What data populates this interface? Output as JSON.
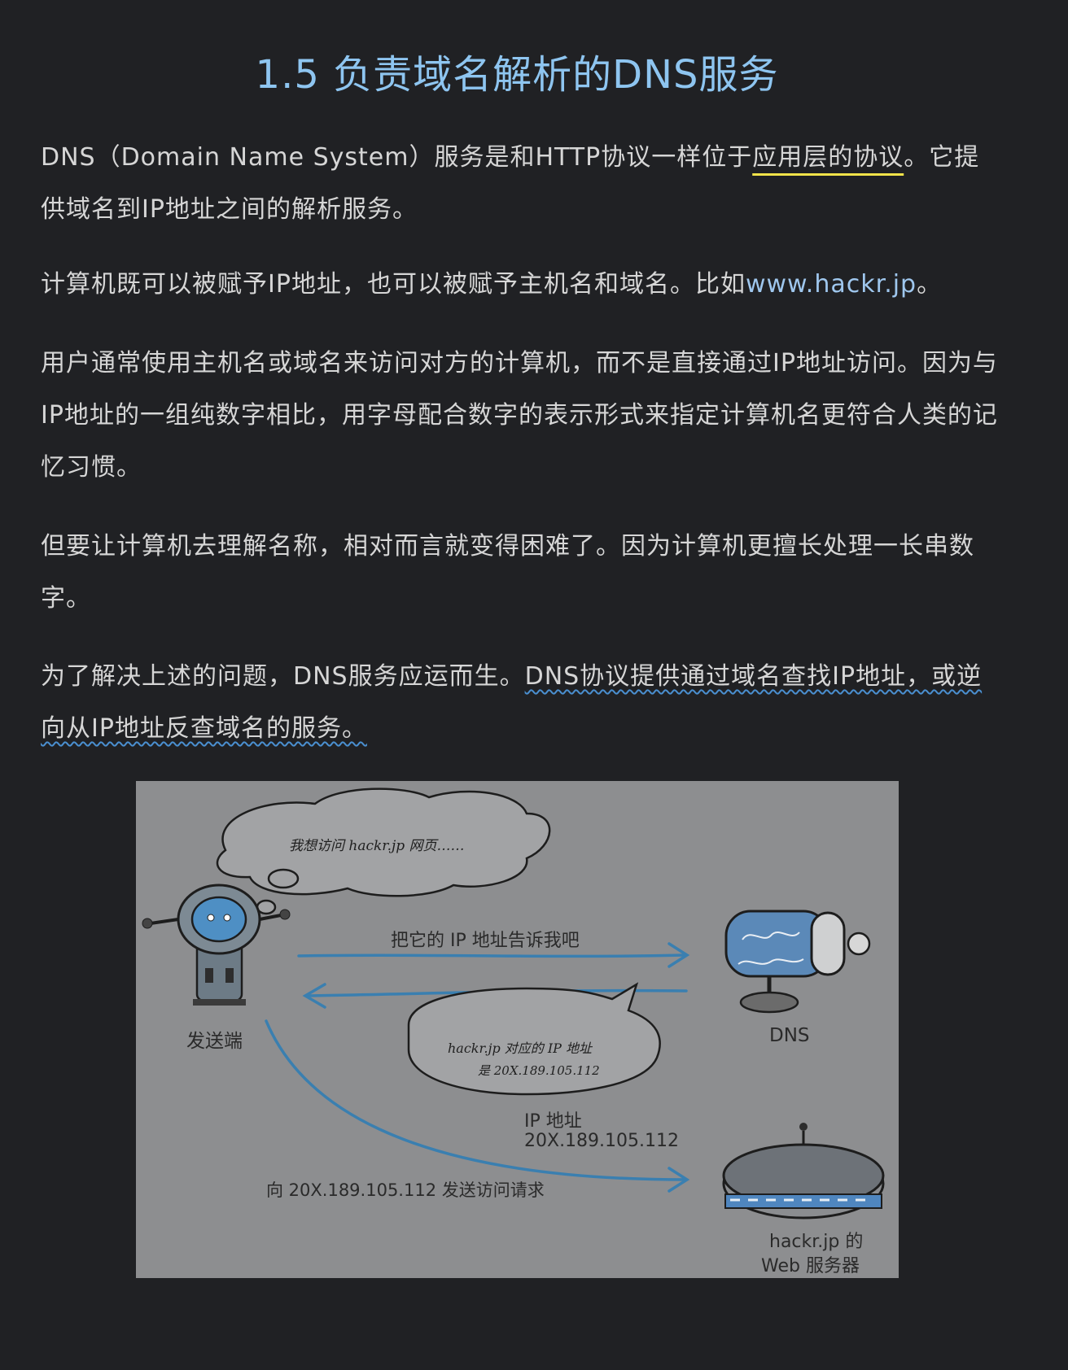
{
  "title": "1.5 负责域名解析的DNS服务",
  "paragraphs": {
    "p1_a": "DNS（Domain Name System）服务是和HTTP协议一样位于",
    "p1_hl": "应用层的协议",
    "p1_b": "。它提供域名到IP地址之间的解析服务。",
    "p2_a": "计算机既可以被赋予IP地址，也可以被赋予主机名和域名。比如",
    "p2_link": "www.hackr.jp",
    "p2_b": "。",
    "p3": "用户通常使用主机名或域名来访问对方的计算机，而不是直接通过IP地址访问。因为与IP地址的一组纯数字相比，用字母配合数字的表示形式来指定计算机名更符合人类的记忆习惯。",
    "p4": "但要让计算机去理解名称，相对而言就变得困难了。因为计算机更擅长处理一长串数字。",
    "p5_a": "为了解决上述的问题，DNS服务应运而生。",
    "p5_hl": "DNS协议提供通过域名查找IP地址，或逆向从IP地址反查域名的服务。"
  },
  "figure": {
    "thought_bubble": "我想访问 hackr.jp 网页……",
    "request_label": "把它的 IP 地址告诉我吧",
    "client_label": "发送端",
    "dns_label": "DNS",
    "reply_bubble_line1": "hackr.jp 对应的 IP 地址",
    "reply_bubble_line2": "是 20X.189.105.112",
    "ip_label_line1": "IP 地址",
    "ip_label_line2": "20X.189.105.112",
    "access_label": "向 20X.189.105.112 发送访问请求",
    "server_label_line1": "hackr.jp 的",
    "server_label_line2": "Web 服务器"
  },
  "colors": {
    "background": "#202124",
    "title": "#8ec5f0",
    "highlight_yellow": "#f3e34a",
    "wavy_blue": "#4a8fd0",
    "arrow_blue": "#3a7fb0"
  },
  "icons": [
    "robot-client-icon",
    "dns-server-icon",
    "web-server-icon"
  ]
}
